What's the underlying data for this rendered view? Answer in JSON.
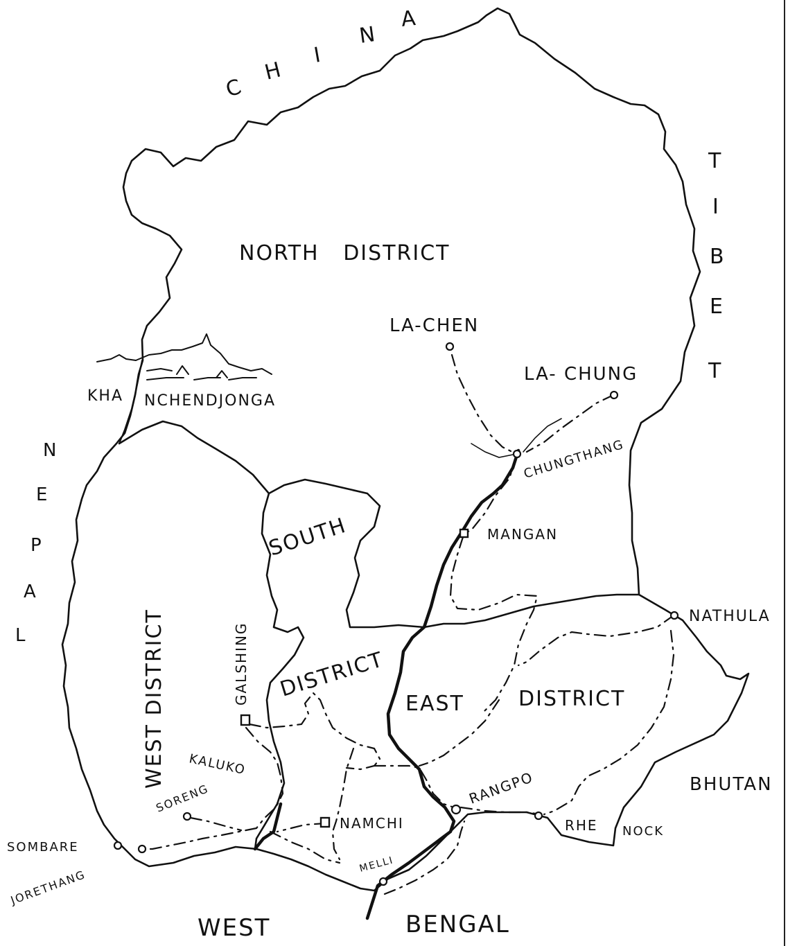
{
  "countries": {
    "china": [
      "C",
      "H",
      "I",
      "N",
      "A"
    ],
    "tibet": [
      "T",
      "I",
      "B",
      "E",
      "T"
    ],
    "nepal": [
      "N",
      "E",
      "P",
      "A",
      "L"
    ],
    "bhutan": "BHUTAN",
    "west": "WEST",
    "bengal": "BENGAL"
  },
  "districts": {
    "north": "NORTH   DISTRICT",
    "west": "WEST DISTRICT",
    "south_1": "SOUTH",
    "south_2": "DISTRICT",
    "east_1": "EAST",
    "east_2": "DISTRICT"
  },
  "features": {
    "khanchendjonga_1": "KHA",
    "khanchendjonga_2": "NCHENDJONGA"
  },
  "towns": {
    "lachen": "LA-CHEN",
    "lachung": "LA- CHUNG",
    "chungthang": "CHUNGTHANG",
    "mangan": "MANGAN",
    "nathula": "NATHULA",
    "galshing": "GALSHING",
    "kaluko": "KALUKO",
    "soreng": "SORENG",
    "sombare": "SOMBARE",
    "jorethang": "JORETHANG",
    "namchi": "NAMCHI",
    "melli": "MELLI",
    "rangpo": "RANGPO",
    "rhenock_1": "RHE",
    "rhenock_2": "NOCK"
  }
}
